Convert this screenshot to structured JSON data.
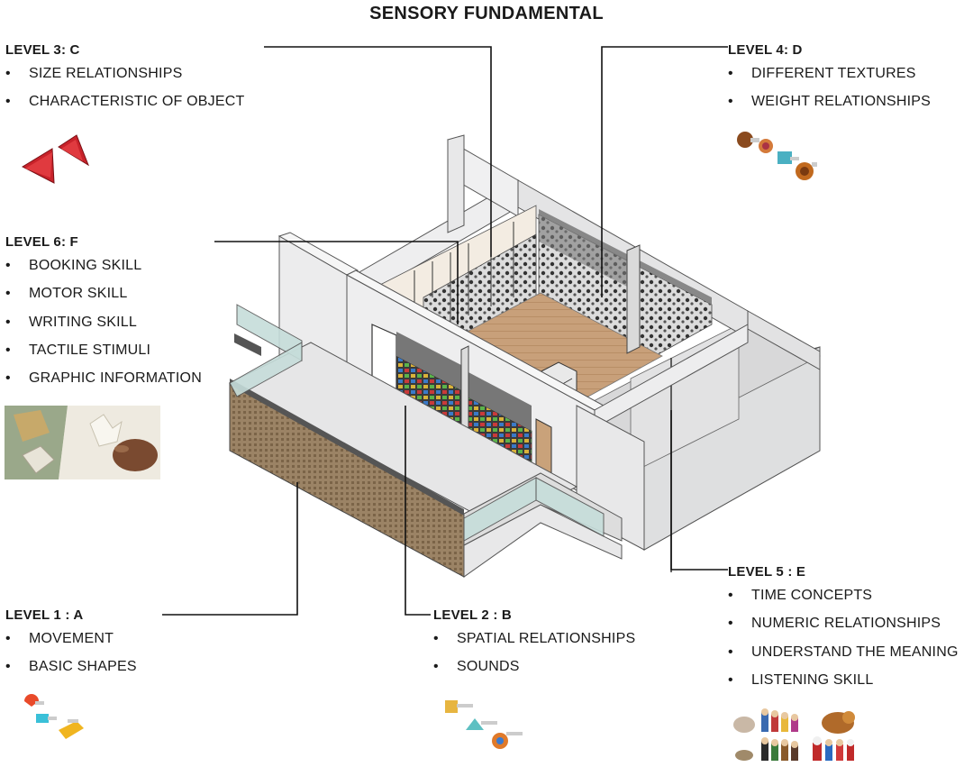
{
  "title": "SENSORY FUNDAMENTAL",
  "levels": {
    "c": {
      "heading": "LEVEL 3: C",
      "items": [
        "SIZE RELATIONSHIPS",
        "CHARACTERISTIC OF OBJECT"
      ]
    },
    "d": {
      "heading": "LEVEL 4: D",
      "items": [
        "DIFFERENT TEXTURES",
        "WEIGHT RELATIONSHIPS"
      ]
    },
    "f": {
      "heading": "LEVEL 6: F",
      "items": [
        "BOOKING SKILL",
        "MOTOR SKILL",
        "WRITING SKILL",
        "TACTILE STIMULI",
        "GRAPHIC INFORMATION"
      ]
    },
    "a": {
      "heading": "LEVEL 1 : A",
      "items": [
        "MOVEMENT",
        "BASIC SHAPES"
      ]
    },
    "b": {
      "heading": "LEVEL 2 : B",
      "items": [
        "SPATIAL RELATIONSHIPS",
        "SOUNDS"
      ]
    },
    "e": {
      "heading": "LEVEL 5 : E",
      "items": [
        "TIME CONCEPTS",
        "NUMERIC RELATIONSHIPS",
        "UNDERSTAND THE MEANING",
        "LISTENING SKILL"
      ]
    }
  },
  "bullet": "•",
  "colors": {
    "wall": "#e9e9ea",
    "wall_shade": "#d5d6d8",
    "floor_wood": "#c9a27a",
    "mesh": "#8b7358",
    "glass": "#bfd6d4"
  }
}
